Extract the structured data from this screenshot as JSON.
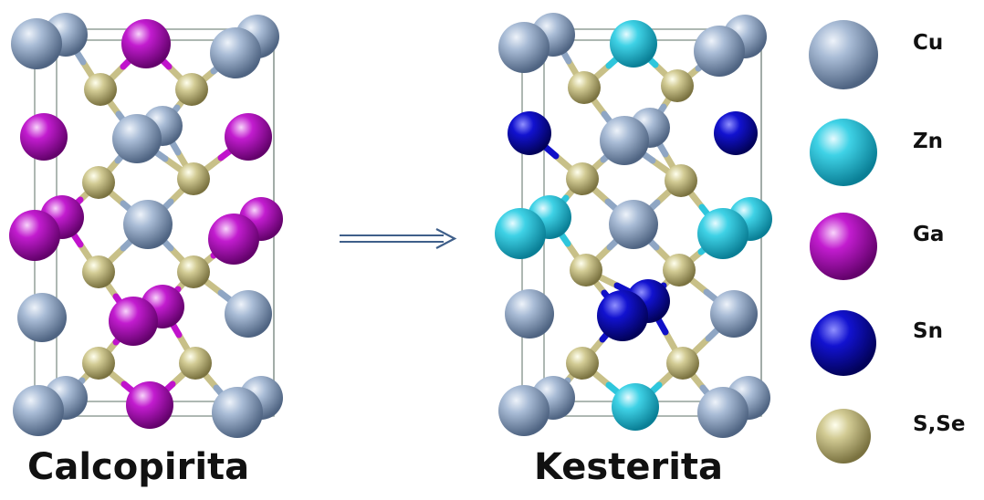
{
  "structures": {
    "left_caption": "Calcopirita",
    "right_caption": "Kesterita"
  },
  "legend": [
    {
      "key": "cu",
      "label": "Cu",
      "color": "#8fa6c4"
    },
    {
      "key": "zn",
      "label": "Zn",
      "color": "#2ec6dc"
    },
    {
      "key": "ga",
      "label": "Ga",
      "color": "#c012cc"
    },
    {
      "key": "sn",
      "label": "Sn",
      "color": "#1010c8"
    },
    {
      "key": "s",
      "label": "S,Se",
      "color": "#c8c088"
    }
  ],
  "colors": {
    "arrow": "#3f5f8a",
    "cell_edge": "#9aa6a0",
    "bond_s": "#c8c088"
  }
}
